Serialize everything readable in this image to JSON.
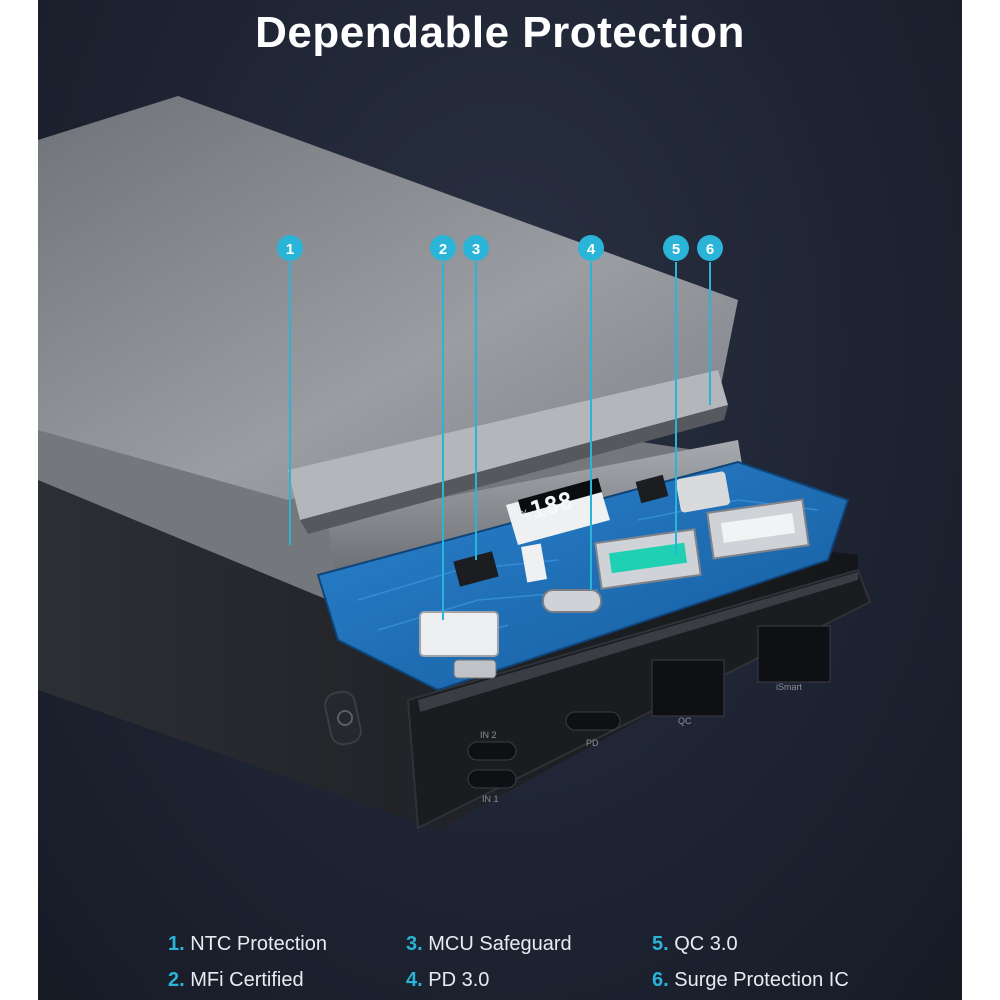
{
  "title": "Dependable Protection",
  "callouts": [
    "1",
    "2",
    "3",
    "4",
    "5",
    "6"
  ],
  "device": {
    "display_text": "188",
    "display_unit": "%",
    "port_labels": {
      "in2": "IN 2",
      "in1": "IN 1",
      "pd": "PD",
      "qc": "QC",
      "ismart": "iSmart"
    }
  },
  "features": [
    {
      "num": "1.",
      "label": "NTC Protection"
    },
    {
      "num": "2.",
      "label": "MFi Certified"
    },
    {
      "num": "3.",
      "label": "MCU Safeguard"
    },
    {
      "num": "4.",
      "label": "PD 3.0"
    },
    {
      "num": "5.",
      "label": "QC 3.0"
    },
    {
      "num": "6.",
      "label": "Surge Protection IC"
    }
  ],
  "colors": {
    "accent": "#2ab4d8",
    "background": "#1e2433",
    "pcb": "#1f6fb8",
    "shell": "#8d9096",
    "body": "#1c1e22"
  }
}
